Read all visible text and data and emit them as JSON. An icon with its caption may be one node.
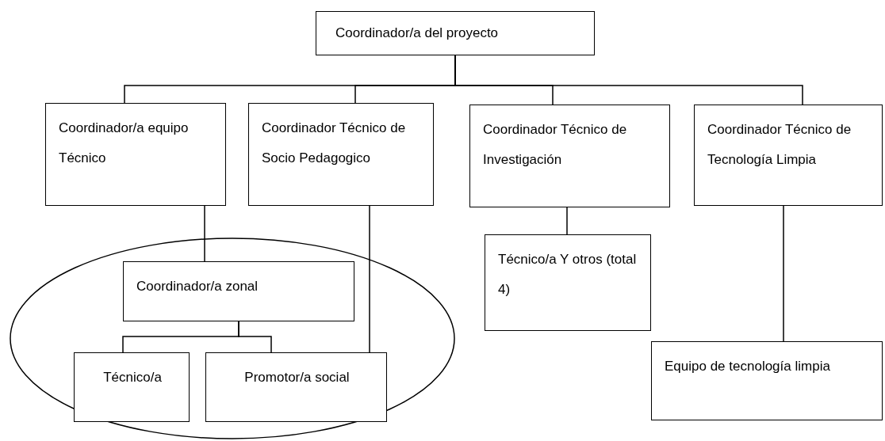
{
  "diagram": {
    "nodes": [
      {
        "text": [
          "Coordinador/a del proyecto"
        ]
      },
      {
        "text": [
          "Coordinador/a equipo Técnico"
        ]
      },
      {
        "text": [
          "Coordinador Técnico de Socio Pedagogico"
        ]
      },
      {
        "text": [
          "Coordinador Técnico de Investigación"
        ]
      },
      {
        "text": [
          "Coordinador Técnico de Tecnología Limpia"
        ]
      },
      {
        "text": [],
        "shape": "ellipse"
      },
      {
        "text": [
          "Coordinador/a zonal"
        ],
        "in": 5
      },
      {
        "text": [
          "Técnico/a"
        ],
        "in": 5
      },
      {
        "text": [
          "Promotor/a social"
        ],
        "in": 5
      },
      {
        "text": [
          "Técnico/a Y otros (total 4)"
        ]
      },
      {
        "text": [
          "Equipo de tecnología limpia"
        ]
      }
    ],
    "edges": [
      {
        "from": 0,
        "to": 1,
        "arrow": "none"
      },
      {
        "from": 0,
        "to": 2,
        "arrow": "none"
      },
      {
        "from": 0,
        "to": 3,
        "arrow": "none"
      },
      {
        "from": 0,
        "to": 4,
        "arrow": "none"
      },
      {
        "from": 1,
        "to": 6,
        "arrow": "none"
      },
      {
        "from": 6,
        "to": 7,
        "arrow": "none"
      },
      {
        "from": 6,
        "to": 8,
        "arrow": "none"
      },
      {
        "from": 2,
        "to": 8,
        "arrow": "none"
      },
      {
        "from": 3,
        "to": 9,
        "arrow": "none"
      },
      {
        "from": 4,
        "to": 10,
        "arrow": "none"
      }
    ]
  }
}
